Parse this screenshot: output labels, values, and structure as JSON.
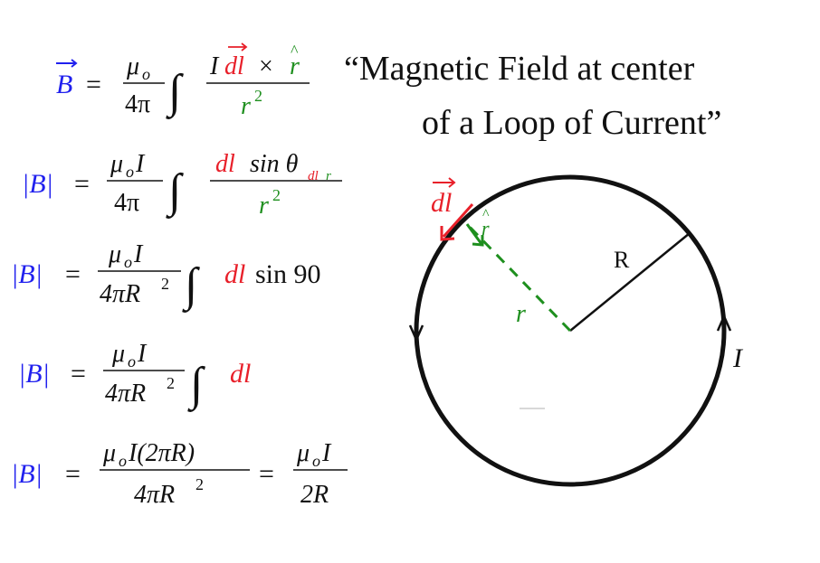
{
  "title": {
    "line1": "“Magnetic Field at center",
    "line2": "of a Loop of Current”"
  },
  "colors": {
    "blue": "#2020ee",
    "red": "#e8202a",
    "green": "#1e8f1e",
    "black": "#111111"
  },
  "equations": {
    "eq1": {
      "lhs": "B",
      "mu_o": "μ",
      "mu_sub": "o",
      "four_pi": "4π",
      "integral": "∫",
      "I": "I",
      "dl": "dl",
      "cross": "×",
      "rhat": "r",
      "r2": "r",
      "exp2": "2",
      "equals": "="
    },
    "eq2": {
      "lhs": "|B|",
      "mu_o_I": "μ",
      "mu_sub": "o",
      "I": "I",
      "four_pi": "4π",
      "integral": "∫",
      "dl": "dl",
      "sin": "sin θ",
      "sub_dl": "dl",
      "sub_r": "r",
      "r2": "r",
      "exp2": "2",
      "equals": "="
    },
    "eq3": {
      "lhs": "|B|",
      "mu": "μ",
      "mu_sub": "o",
      "I": "I",
      "four_pi_R": "4πR",
      "exp2": "2",
      "integral": "∫",
      "dl": "dl",
      "sin90": "sin 90",
      "equals": "="
    },
    "eq4": {
      "lhs": "|B|",
      "mu": "μ",
      "mu_sub": "o",
      "I": "I",
      "four_pi_R": "4πR",
      "exp2": "2",
      "integral": "∫",
      "dl": "dl",
      "equals": "="
    },
    "eq5": {
      "lhs": "|B|",
      "num1": "μ",
      "mu_sub": "o",
      "num1_rest": "I(2πR)",
      "den1": "4πR",
      "exp2": "2",
      "num2": "μ",
      "num2_rest": "I",
      "den2": "2R",
      "equals": "="
    }
  },
  "diagram": {
    "dl_label": "dl",
    "rhat_label": "r",
    "r_label": "r",
    "R_label": "R",
    "I_label": "I"
  }
}
